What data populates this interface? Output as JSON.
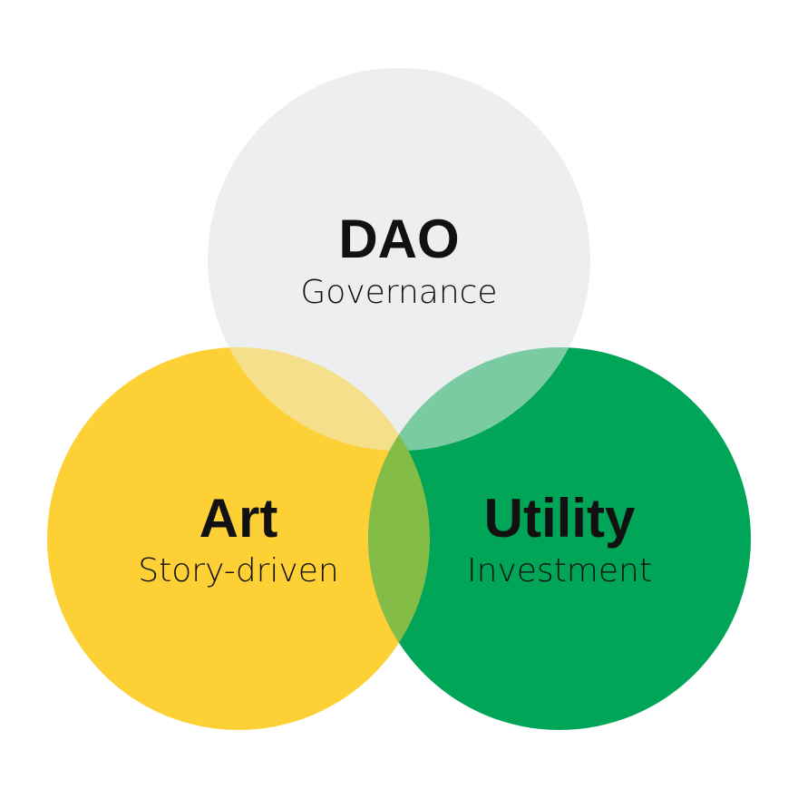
{
  "venn": {
    "circles": [
      {
        "id": "dao",
        "title": "DAO",
        "subtitle": "Governance",
        "color": "#ECEEEF"
      },
      {
        "id": "art",
        "title": "Art",
        "subtitle": "Story-driven",
        "color": "#FDD036"
      },
      {
        "id": "utility",
        "title": "Utility",
        "subtitle": "Investment",
        "color": "#00A557"
      }
    ],
    "overlap_colors": {
      "dao_art": "#F6DF8A",
      "dao_utility": "#7ACBA2",
      "art_utility": "#84BC48"
    }
  }
}
